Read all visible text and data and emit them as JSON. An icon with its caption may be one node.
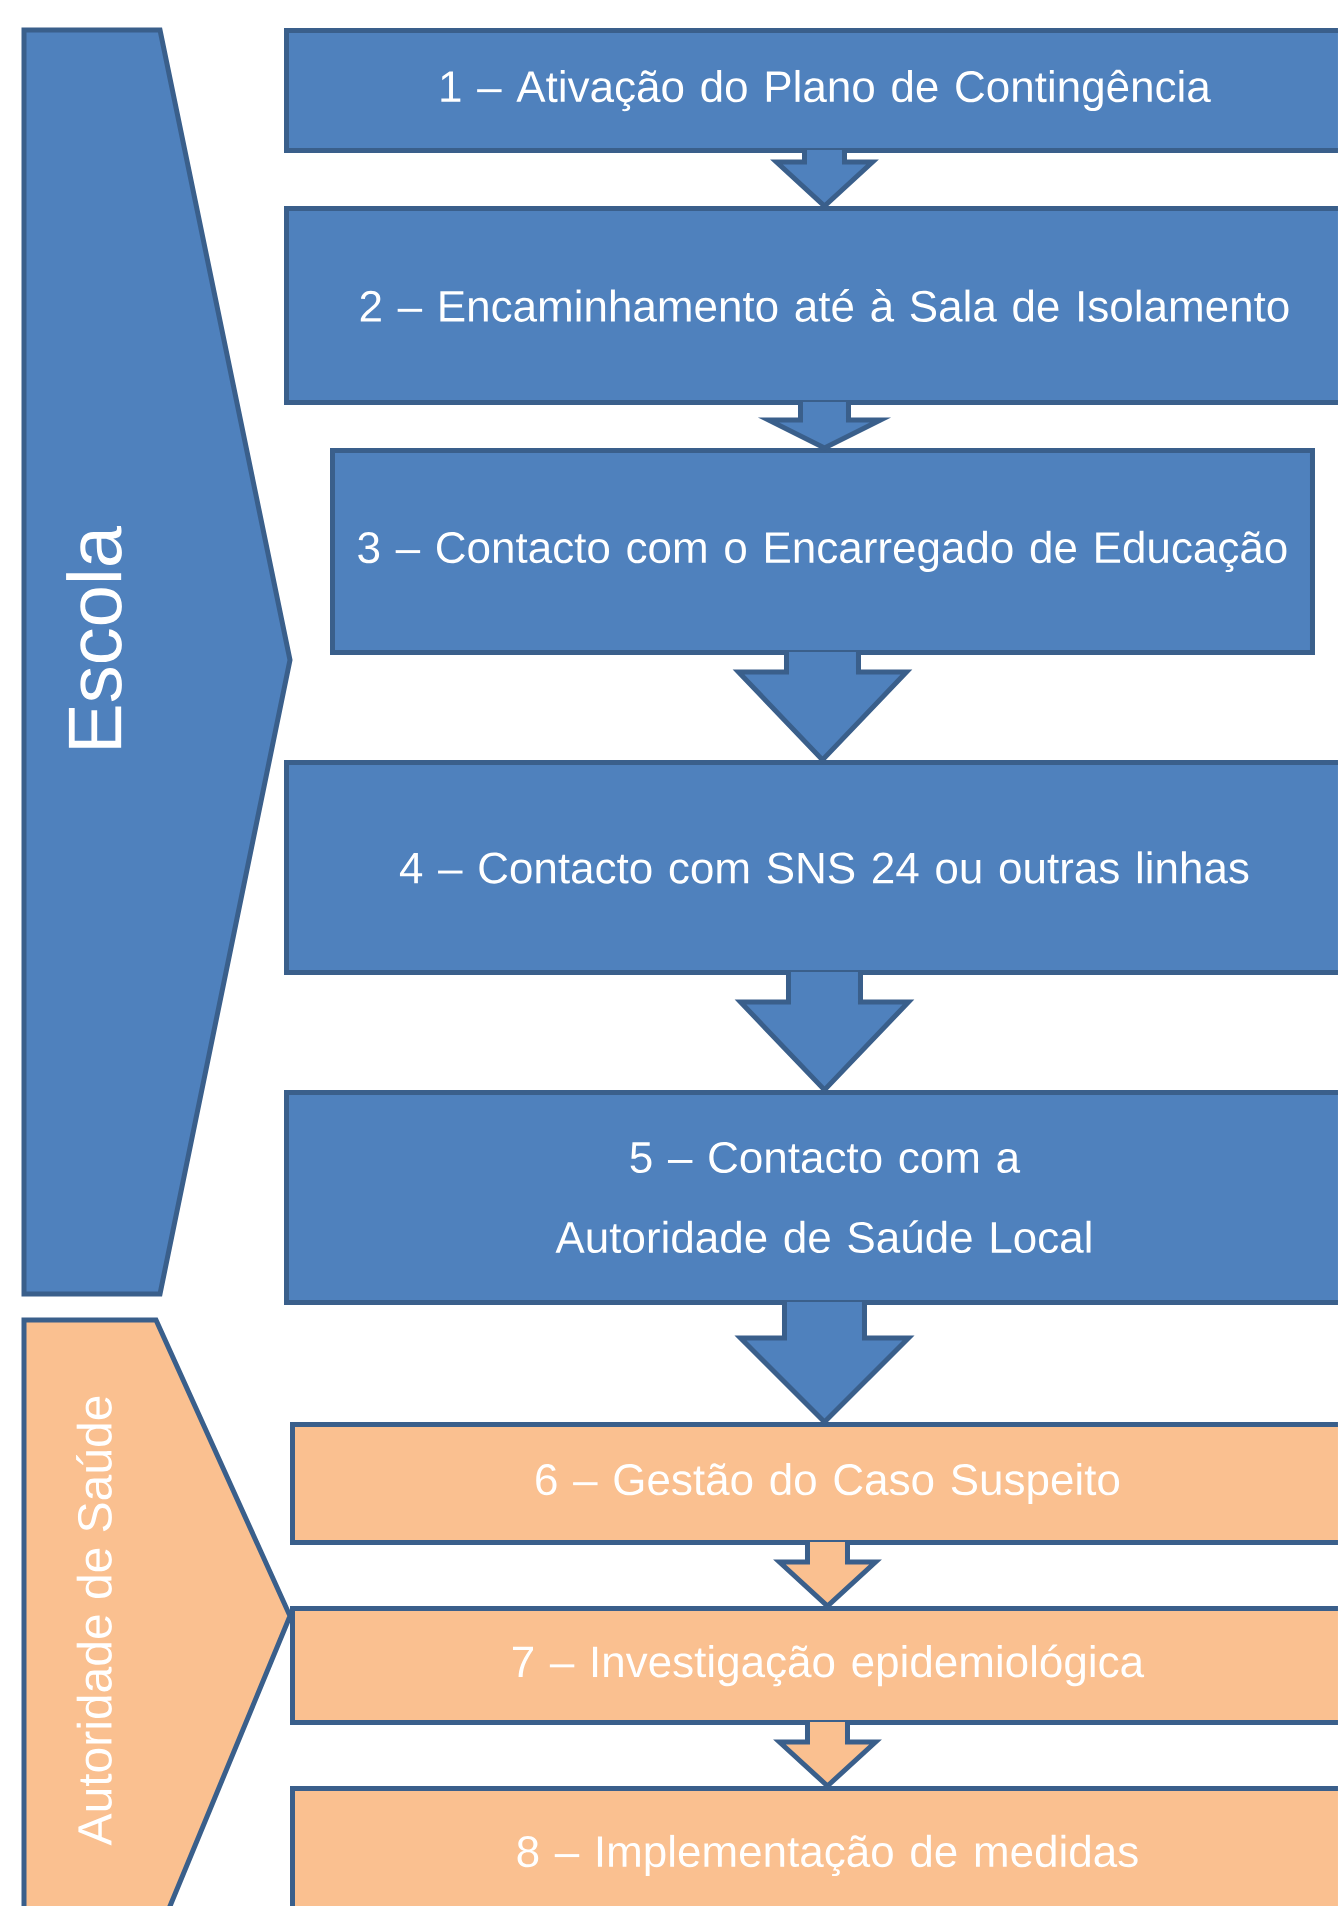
{
  "diagram": {
    "nodes": [
      {
        "text": [
          "Escola"
        ]
      },
      {
        "text": [
          "1 – Ativação do Plano de Contingência"
        ]
      },
      {
        "text": [
          "2 – Encaminhamento até à Sala de Isolamento"
        ]
      },
      {
        "text": [
          "3 – Contacto com o Encarregado de Educação"
        ]
      },
      {
        "text": [
          "4 – Contacto com SNS 24 ou outras linhas"
        ]
      },
      {
        "text": [
          "5 – Contacto com a Autoridade de Saúde Local"
        ]
      },
      {
        "text": [
          "Autoridade de Saúde"
        ]
      },
      {
        "text": [
          "6 – Gestão do Caso Suspeito"
        ]
      },
      {
        "text": [
          "7 – Investigação epidemiológica"
        ]
      },
      {
        "text": [
          "8 – Implementação de medidas"
        ]
      }
    ],
    "edges": [
      {
        "from": 1,
        "to": 2,
        "arrow": "to"
      },
      {
        "from": 2,
        "to": 3,
        "arrow": "to"
      },
      {
        "from": 3,
        "to": 4,
        "arrow": "to"
      },
      {
        "from": 4,
        "to": 5,
        "arrow": "to"
      },
      {
        "from": 5,
        "to": 7,
        "arrow": "to"
      },
      {
        "from": 7,
        "to": 8,
        "arrow": "to"
      },
      {
        "from": 8,
        "to": 9,
        "arrow": "to"
      }
    ]
  }
}
